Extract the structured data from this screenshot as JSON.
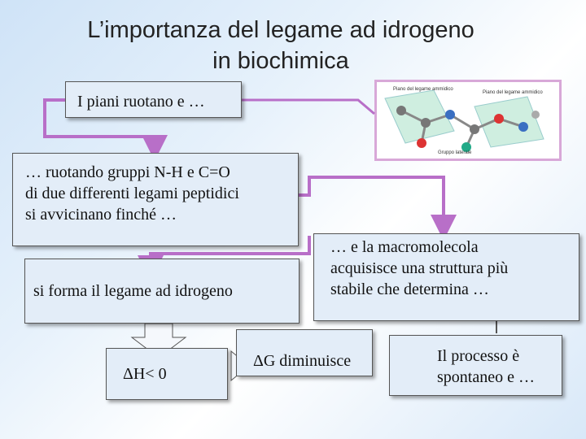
{
  "title": {
    "line1": "L’importanza del legame ad idrogeno",
    "line2": "in biochimica"
  },
  "boxes": {
    "b1": [
      "I piani ruotano e …"
    ],
    "b2": [
      "… ruotando gruppi N-H e C=O",
      "di due differenti legami peptidici",
      "si avvicinano finché …"
    ],
    "b3": [
      "si forma il legame ad idrogeno"
    ],
    "b4": [
      "… e la  macromolecola",
      "acquisisce una struttura più",
      "stabile che determina …"
    ],
    "b5": [
      "ΔH< 0"
    ],
    "b6": [
      "ΔG diminuisce"
    ],
    "b7": [
      "Il processo è",
      "spontaneo e …"
    ]
  },
  "image": {
    "labels": {
      "plane_left": "Piano del legame ammidico",
      "plane_right": "Piano del legame ammidico",
      "side_group": "Gruppo laterale"
    }
  },
  "colors": {
    "connector": "#b86fc8",
    "box_fill": "#e3edf8",
    "image_border": "#d8a8d8"
  }
}
